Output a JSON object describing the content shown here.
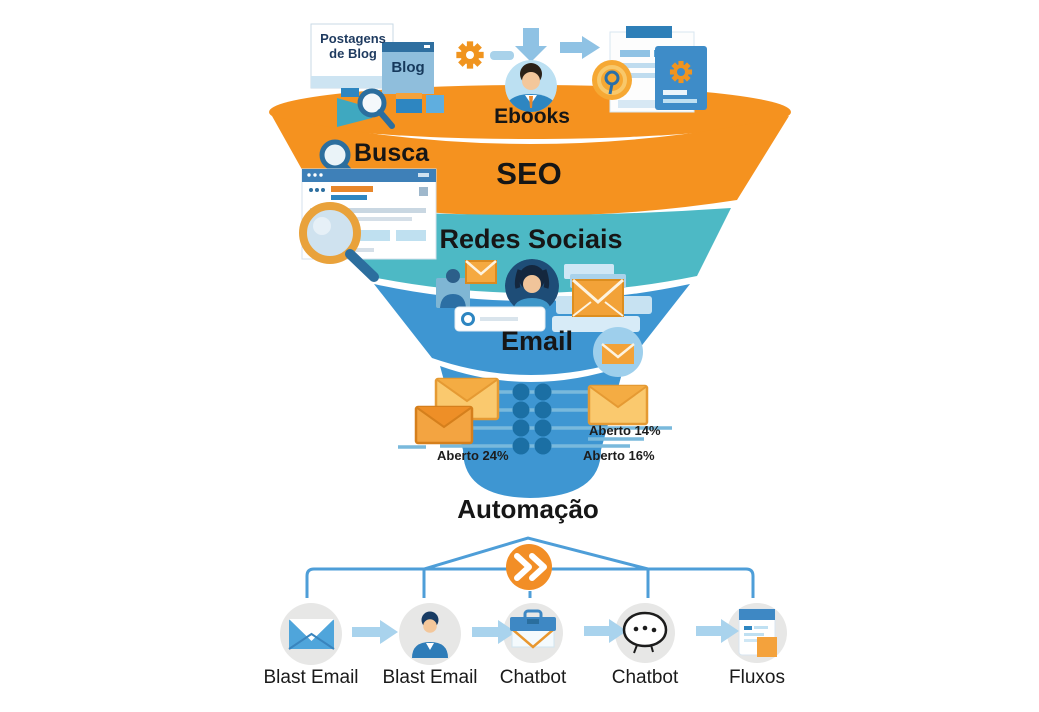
{
  "funnel": {
    "stages": [
      {
        "label": "Ebooks",
        "color": "#F5921F"
      },
      {
        "label": "SEO",
        "color": "#F5921F"
      },
      {
        "label": "Redes Sociais",
        "color": "#4DB9C5"
      },
      {
        "label": "Email",
        "color": "#3E96D2"
      }
    ]
  },
  "sources": {
    "blog_window_title": "Postagens de Blog",
    "blog_tab_label": "Blog",
    "search_label": "Busca"
  },
  "automation": {
    "title": "Automação",
    "open_rates": [
      {
        "label": "Aberto 14%",
        "side": "right"
      },
      {
        "label": "Aberto 24%",
        "side": "left"
      },
      {
        "label": "Aberto 16%",
        "side": "right"
      }
    ]
  },
  "workflow": {
    "hub_icon": "double-chevron-icon",
    "steps": [
      {
        "label": "Blast Email",
        "icon": "envelope-icon"
      },
      {
        "label": "Blast Email",
        "icon": "person-icon"
      },
      {
        "label": "Chatbot",
        "icon": "briefcase-envelope-icon"
      },
      {
        "label": "Chatbot",
        "icon": "speech-bubble-icon"
      },
      {
        "label": "Fluxos",
        "icon": "document-icon"
      }
    ]
  },
  "colors": {
    "funnel_orange": "#F5921F",
    "funnel_teal": "#4DB9C5",
    "funnel_blue": "#3E96D2",
    "connector_blue": "#4E9ED8",
    "accent_orange": "#F28E26",
    "envelope_orange": "#F4A83C",
    "dot_navy": "#1B6FA4"
  }
}
